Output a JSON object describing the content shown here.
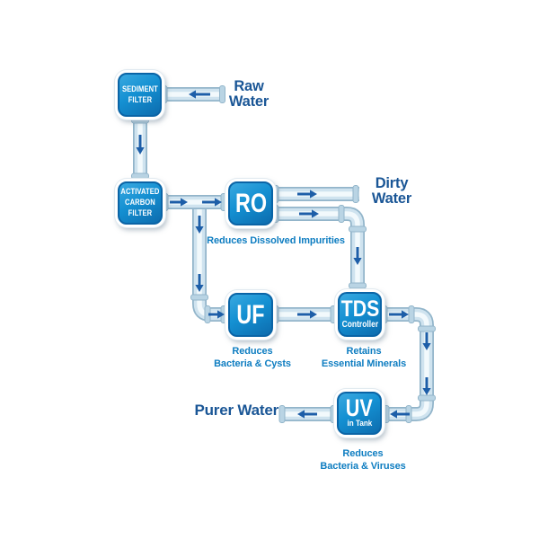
{
  "colors": {
    "box_fill_top": "#3aa9e0",
    "box_fill_bottom": "#0d6cae",
    "box_border": "#0a64a6",
    "pipe_edge": "#92b5ca",
    "pipe_body": "#cfe3ef",
    "pipe_highlight": "#f2f9fc",
    "pipe_collar": "#b9d4e4",
    "arrow_blue": "#1d5ea8",
    "water_label_navy": "#1a5696",
    "description_blue": "#0e7dc1"
  },
  "nodes": {
    "sediment_filter": {
      "label_line1": "SEDIMENT",
      "label_line2": "FILTER"
    },
    "activated_carbon_filter": {
      "label_line1": "ACTIVATED",
      "label_line2": "CARBON",
      "label_line3": "FILTER"
    },
    "ro": {
      "label": "RO",
      "description": "Reduces Dissolved Impurities"
    },
    "uf": {
      "label": "UF",
      "description_line1": "Reduces",
      "description_line2": "Bacteria & Cysts"
    },
    "tds": {
      "label": "TDS",
      "sublabel": "Controller",
      "description_line1": "Retains",
      "description_line2": "Essential Minerals"
    },
    "uv": {
      "label": "UV",
      "sublabel": "in Tank",
      "description_line1": "Reduces",
      "description_line2": "Bacteria & Viruses"
    }
  },
  "water_labels": {
    "raw": {
      "line1": "Raw",
      "line2": "Water"
    },
    "dirty": {
      "line1": "Dirty",
      "line2": "Water"
    },
    "purer": {
      "label": "Purer Water"
    }
  }
}
